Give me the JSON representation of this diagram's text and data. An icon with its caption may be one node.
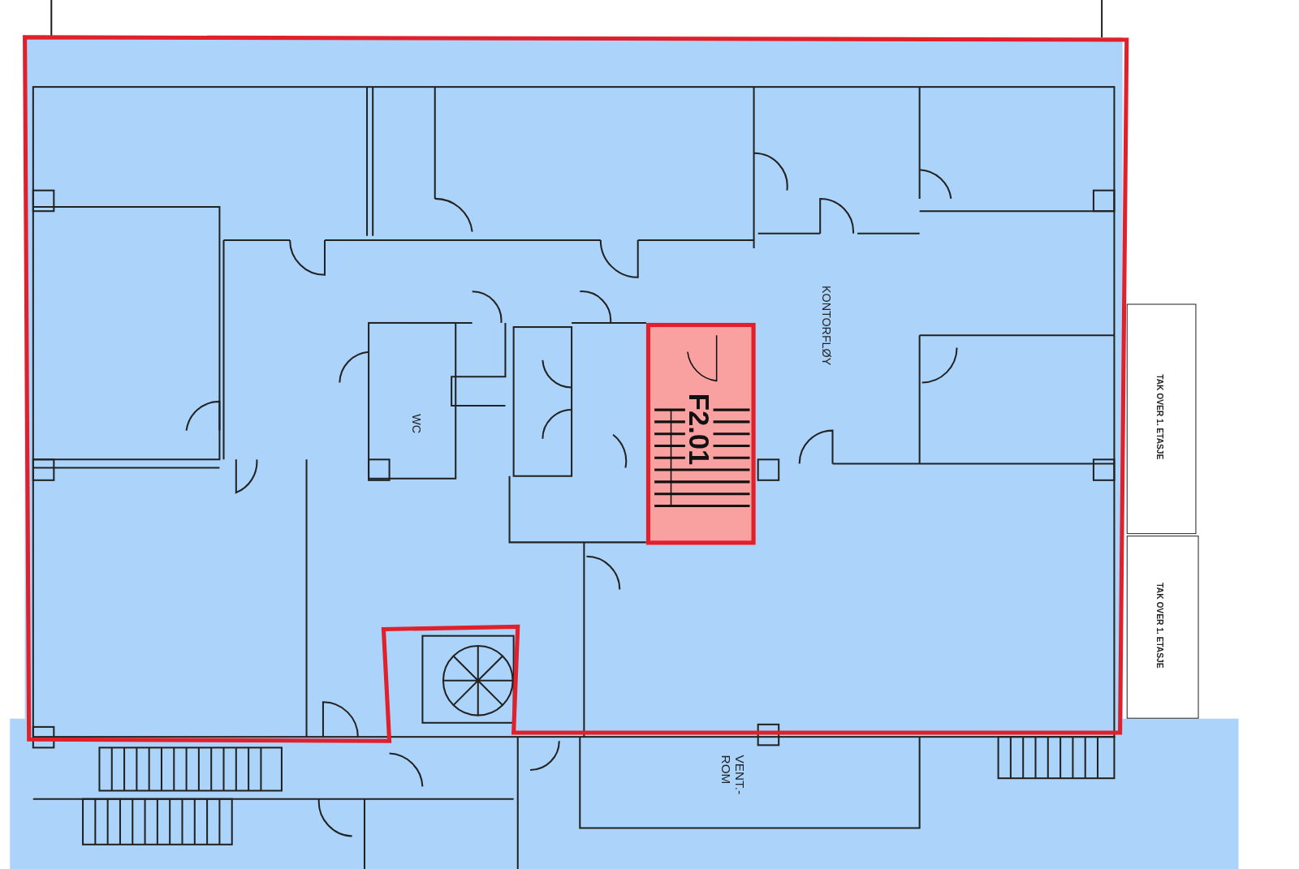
{
  "diagram": {
    "nodes": [
      {
        "text": [
          "F2.01"
        ]
      },
      {
        "text": [
          "TAK OVER 1. ETASJE"
        ]
      },
      {
        "text": [
          "TAK OVER 1. ETASJE"
        ]
      }
    ],
    "labels": [
      "KONTORFLØY",
      "WC",
      "VENT.-ROM"
    ]
  }
}
